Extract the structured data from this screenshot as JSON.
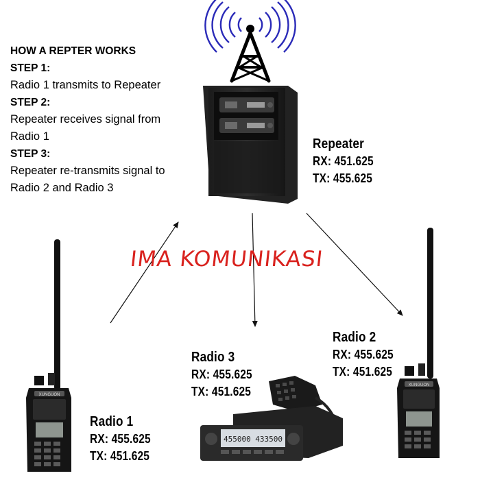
{
  "steps": {
    "heading": "HOW A REPTER WORKS",
    "step1_title": "STEP 1:",
    "step1_line1": "Radio 1 transmits to Repeater",
    "step2_title": "STEP 2:",
    "step2_line1": "Repeater receives signal from",
    "step2_line2": "Radio 1",
    "step3_title": "STEP 3:",
    "step3_line1": "Repeater re-transmits signal to",
    "step3_line2": "Radio 2 and Radio 3"
  },
  "repeater": {
    "name": "Repeater",
    "rx": "RX: 451.625",
    "tx": "TX: 455.625"
  },
  "radio1": {
    "name": "Radio 1",
    "rx": "RX: 455.625",
    "tx": "TX: 451.625"
  },
  "radio2": {
    "name": "Radio 2",
    "rx": "RX: 455.625",
    "tx": "TX: 451.625"
  },
  "radio3": {
    "name": "Radio 3",
    "rx": "RX: 455.625",
    "tx": "TX: 451.625"
  },
  "watermark": "IMA KOMUNIKASI",
  "brand_label": "XUNGUON",
  "mobile_display": "455000 433500",
  "colors": {
    "watermark": "#d9221e",
    "signal_waves": "#2a2ab8"
  },
  "icons": [
    "antenna-tower-icon",
    "signal-waves-icon",
    "repeater-cabinet-icon",
    "handheld-radio-icon",
    "mobile-radio-icon"
  ]
}
